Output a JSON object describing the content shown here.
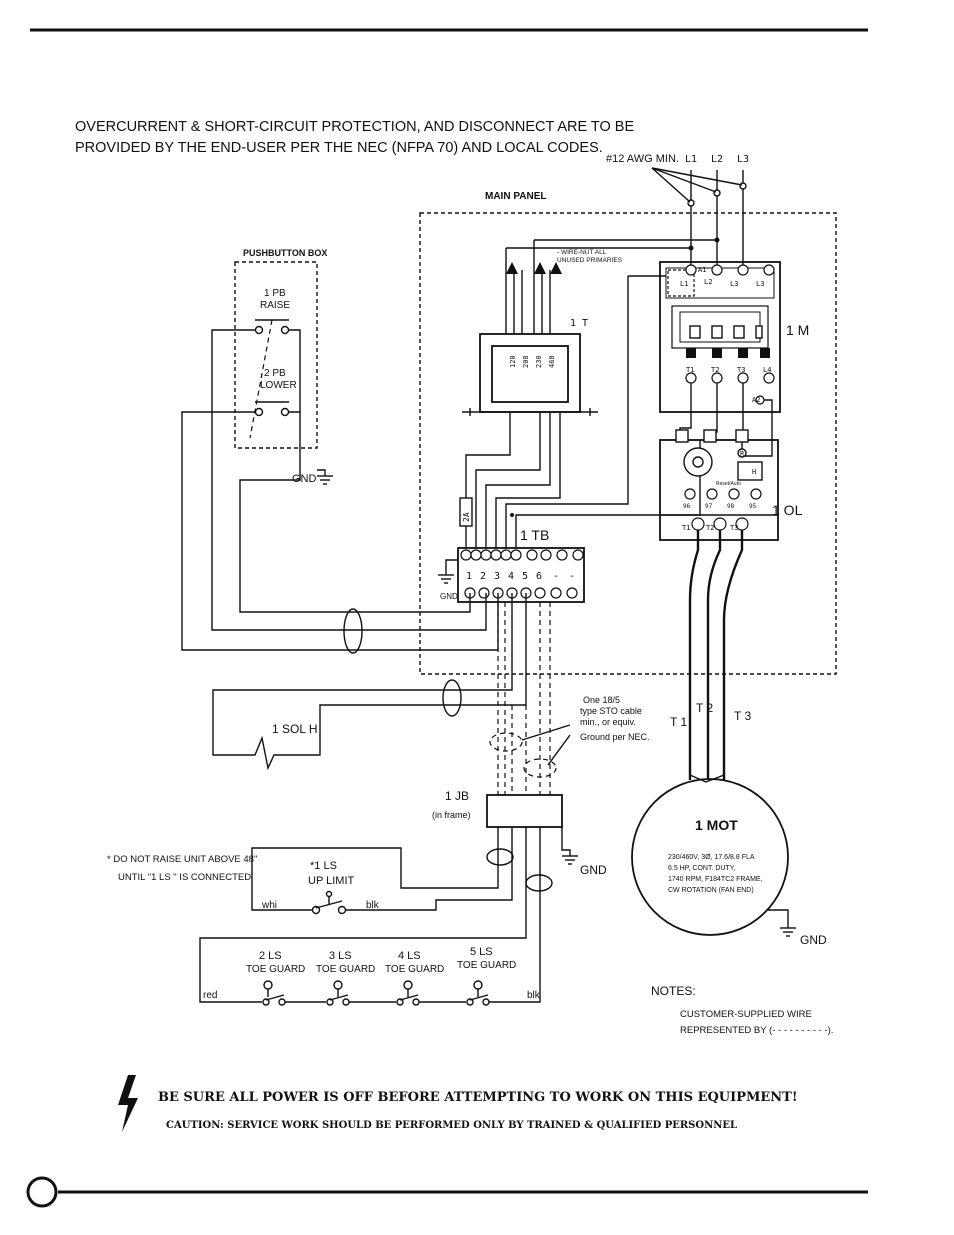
{
  "header": {
    "note_line1": "OVERCURRENT & SHORT-CIRCUIT PROTECTION, AND DISCONNECT ARE TO BE",
    "note_line2": "PROVIDED BY THE END-USER PER THE NEC (NFPA 70) AND LOCAL CODES."
  },
  "supply": {
    "wire_min": "#12 AWG MIN.",
    "l1": "L1",
    "l2": "L2",
    "l3": "L3"
  },
  "main_panel": {
    "title": "MAIN PANEL"
  },
  "transformer": {
    "label": "1 T",
    "wire_nut_note_1": "- WIRE-NUT ALL",
    "wire_nut_note_2": "UNUSED PRIMARIES",
    "secondary_labels": [
      "120",
      "208",
      "230",
      "460"
    ]
  },
  "fuse": {
    "label": "2A"
  },
  "starter": {
    "label": "1 M",
    "a1": "A1",
    "a2": "A2",
    "lines": [
      "L1",
      "L2",
      "L3",
      "L3"
    ],
    "loads": [
      "T1",
      "T2",
      "T3",
      "L4"
    ]
  },
  "overload": {
    "label": "1 OL",
    "terms": [
      "96",
      "97",
      "98",
      "95"
    ],
    "outs": [
      "T1",
      "T2",
      "T3"
    ],
    "r": "R",
    "reset_tag": "Reset/Auto",
    "h": "H"
  },
  "terminal_block": {
    "label": "1 TB",
    "numbers": [
      "1",
      "2",
      "3",
      "4",
      "5",
      "6",
      "-",
      "-"
    ],
    "gnd": "GND"
  },
  "pushbutton_box": {
    "title": "PUSHBUTTON BOX",
    "pb1_line1": "1 PB",
    "pb1_line2": "RAISE",
    "pb2_line1": "2 PB",
    "pb2_line2": "LOWER",
    "gnd": "GND"
  },
  "solenoid": {
    "label": "1 SOL H"
  },
  "cable_note": {
    "line1": "One 18/5",
    "line2": "type STO cable",
    "line3": "min., or equiv.",
    "line4": "Ground per NEC."
  },
  "junction_box": {
    "line1": "1 JB",
    "line2": "(in frame)",
    "gnd": "GND"
  },
  "limit_switch": {
    "warning_line1": "* DO NOT RAISE UNIT ABOVE 48\"",
    "warning_line2": "UNTIL \"1 LS \" IS CONNECTED",
    "ls_line1": "*1 LS",
    "ls_line2": "UP LIMIT",
    "whi": "whi",
    "blk": "blk"
  },
  "toe_guards": {
    "items": [
      {
        "name": "2 LS",
        "desc": "TOE GUARD"
      },
      {
        "name": "3 LS",
        "desc": "TOE GUARD"
      },
      {
        "name": "4 LS",
        "desc": "TOE GUARD"
      },
      {
        "name": "5 LS",
        "desc": "TOE GUARD"
      }
    ],
    "red": "red",
    "blk": "blk"
  },
  "motor": {
    "label": "1 MOT",
    "spec1": "230/460V, 3Ø, 17.6/8.8 FLA",
    "spec2": "6.5 HP, CONT. DUTY,",
    "spec3": "1740 RPM, F184TC2 FRAME,",
    "spec4": "CW ROTATION (FAN END)",
    "leads": [
      "T 1",
      "T 2",
      "T 3"
    ],
    "gnd": "GND"
  },
  "notes": {
    "title": "NOTES:",
    "line1": "CUSTOMER-SUPPLIED WIRE",
    "line2": "REPRESENTED BY (- - - - - - - - - -)."
  },
  "warning": {
    "line1": "BE SURE ALL POWER IS OFF BEFORE ATTEMPTING TO WORK ON THIS EQUIPMENT!",
    "line2": "CAUTION: SERVICE WORK SHOULD BE PERFORMED ONLY BY TRAINED & QUALIFIED PERSONNEL"
  }
}
